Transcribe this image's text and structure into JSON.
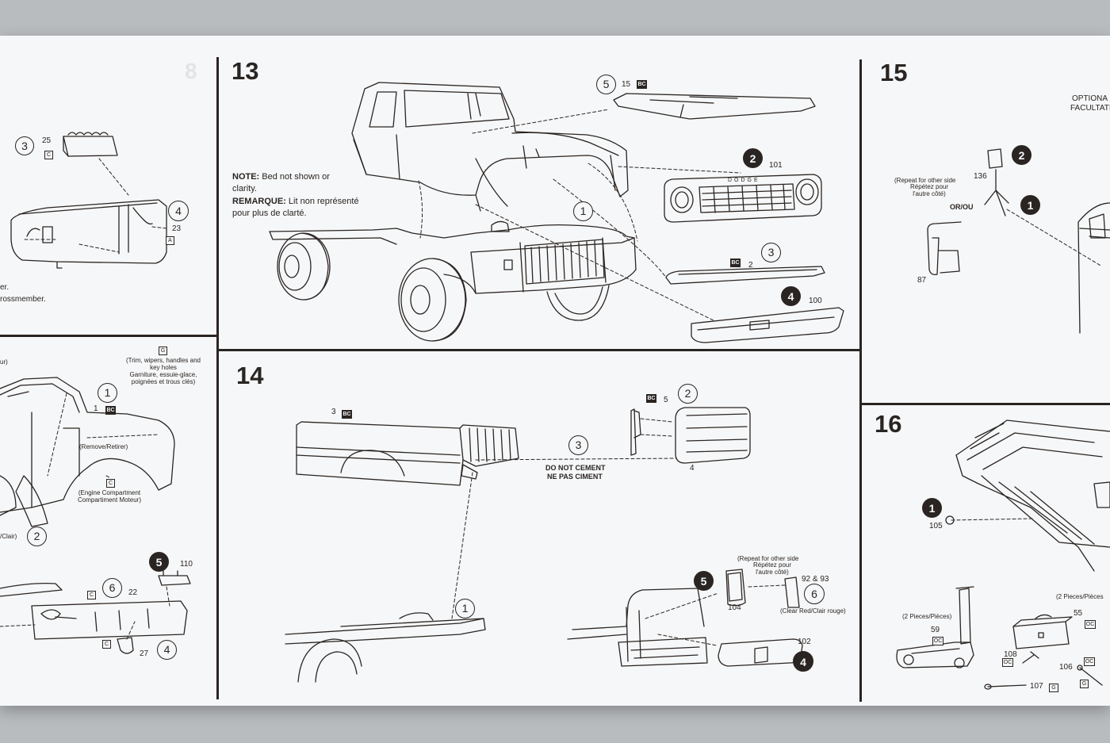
{
  "sheet": {
    "steps": [
      {
        "number": "13"
      },
      {
        "number": "14"
      },
      {
        "number": "15"
      },
      {
        "number": "16"
      }
    ],
    "faded_step_number": "8"
  },
  "step_left_top": {
    "callouts": [
      {
        "number": "3",
        "style": "outline",
        "part": "25",
        "material": "C"
      },
      {
        "number": "4",
        "style": "outline",
        "part": "23",
        "material": "A"
      }
    ],
    "text": [
      "er.",
      "rossmember."
    ]
  },
  "step_left_bottom": {
    "note_box": "G",
    "note_en": "(Trim, wipers, handles and key holes",
    "note_fr": "Garniture, essuie-glace, poignées et trous clés)",
    "fragment_top": "ur)",
    "remove_label": "(Remove/Retirer)",
    "engine_box": "C",
    "engine_label": "(Engine Compartment Compartiment Moteur)",
    "clair_fragment": "/Clair)",
    "callouts": [
      {
        "number": "1",
        "style": "outline",
        "part": "1",
        "material": "BC"
      },
      {
        "number": "2",
        "style": "outline"
      },
      {
        "number": "5",
        "style": "filled",
        "part": "110"
      },
      {
        "number": "6",
        "style": "outline",
        "part": "22",
        "material": "C"
      },
      {
        "number": "4",
        "style": "outline",
        "part": "27",
        "material": "C"
      }
    ]
  },
  "step13": {
    "note_en_label": "NOTE:",
    "note_en": "Bed not shown or clarity.",
    "note_fr_label": "REMARQUE:",
    "note_fr": "Lit non représenté pour plus de clarté.",
    "grille_lettering": "DODGE",
    "callouts": [
      {
        "number": "5",
        "style": "outline",
        "part": "15",
        "material": "BC"
      },
      {
        "number": "2",
        "style": "filled",
        "part": "101"
      },
      {
        "number": "1",
        "style": "outline"
      },
      {
        "number": "3",
        "style": "outline",
        "part": "2",
        "material": "BC"
      },
      {
        "number": "4",
        "style": "filled",
        "part": "100"
      }
    ]
  },
  "step14": {
    "do_not_cement_en": "DO NOT CEMENT",
    "do_not_cement_fr": "NE PAS CIMENT",
    "repeat_en": "(Repeat for other side",
    "repeat_fr": "Répétez pour l'autre côté)",
    "clear_red": "(Clear Red/Clair rouge)",
    "callouts": [
      {
        "number": "3",
        "style": "outline"
      },
      {
        "number": "2",
        "style": "outline",
        "part": "5",
        "material": "BC"
      },
      {
        "number": "1",
        "style": "outline"
      },
      {
        "number": "5",
        "style": "filled",
        "part": "104"
      },
      {
        "number": "6",
        "style": "outline",
        "part": "92 & 93"
      },
      {
        "number": "4",
        "style": "filled",
        "part": "102"
      }
    ],
    "bed_part": "3",
    "bed_material": "BC",
    "tailgate_part": "4"
  },
  "step15": {
    "optional_en": "OPTIONA",
    "optional_fr": "FACULTATI",
    "repeat_en": "(Repeat for other side",
    "repeat_fr": "Répétez pour l'autre côté)",
    "or_label": "OR/OU",
    "callouts": [
      {
        "number": "2",
        "style": "filled",
        "part": "136"
      },
      {
        "number": "1",
        "style": "filled"
      }
    ],
    "mirror_part": "87"
  },
  "step16": {
    "callouts": [
      {
        "number": "1",
        "style": "filled",
        "part": "105"
      }
    ],
    "jack_label": "(2 Pieces/Pièces)",
    "jack_part": "59",
    "jack_material": "OC",
    "toolbox_label": "(2 Pieces/Pièces",
    "toolbox_part": "55",
    "toolbox_material": "OC",
    "hammer_part": "108",
    "hammer_material": "OC",
    "wrench_part": "106",
    "wrench_material": "OC",
    "bar_part": "107",
    "bar_material": "G",
    "extra_material": "G"
  }
}
